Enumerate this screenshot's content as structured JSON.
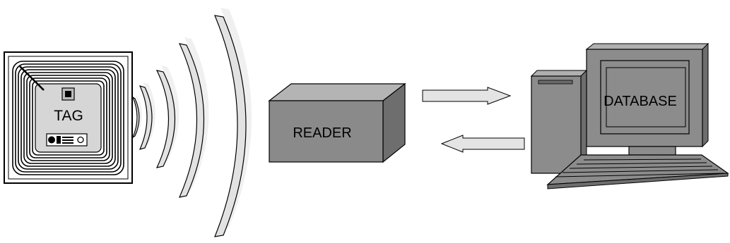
{
  "diagram": {
    "tag_label": "TAG",
    "reader_label": "READER",
    "database_label": "DATABASE"
  },
  "colors": {
    "reader_front": "#8a8a8a",
    "reader_top": "#b4b4b4",
    "reader_side": "#6e6e6e",
    "tag_inlay": "#d6d6d6",
    "computer_body": "#8c8c8c",
    "wave_fill": "#e2e2e2",
    "arrow_fill": "#e4e4e4"
  }
}
